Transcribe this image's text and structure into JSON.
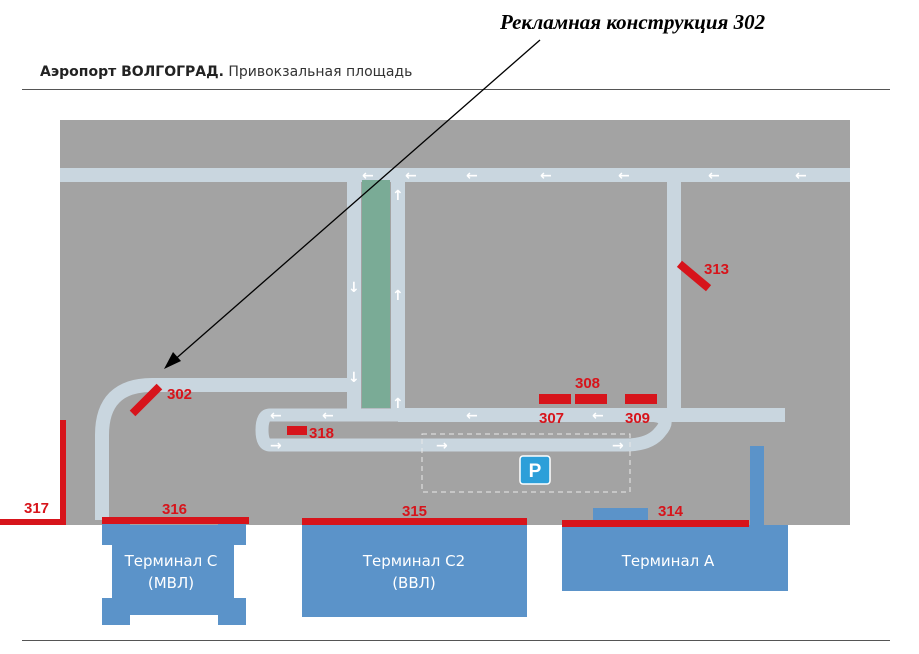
{
  "callout": "Рекламная конструкция 302",
  "header": {
    "bold": "Аэропорт ВОЛГОГРАД.",
    "rest": " Привокзальная площадь"
  },
  "constructions": {
    "c302": "302",
    "c307": "307",
    "c308": "308",
    "c309": "309",
    "c313": "313",
    "c314": "314",
    "c315": "315",
    "c316": "316",
    "c317": "317",
    "c318": "318"
  },
  "terminals": {
    "c_line1": "Терминал С",
    "c_line2": "(МВЛ)",
    "c2_line1": "Терминал С2",
    "c2_line2": "(ВВЛ)",
    "a_line1": "Терминал А"
  },
  "parking_label": "P",
  "colors": {
    "ground": "#a3a3a3",
    "road": "#c9d6df",
    "terminal": "#5b93c9",
    "construction": "#d7141b",
    "median": "#7aab96"
  }
}
